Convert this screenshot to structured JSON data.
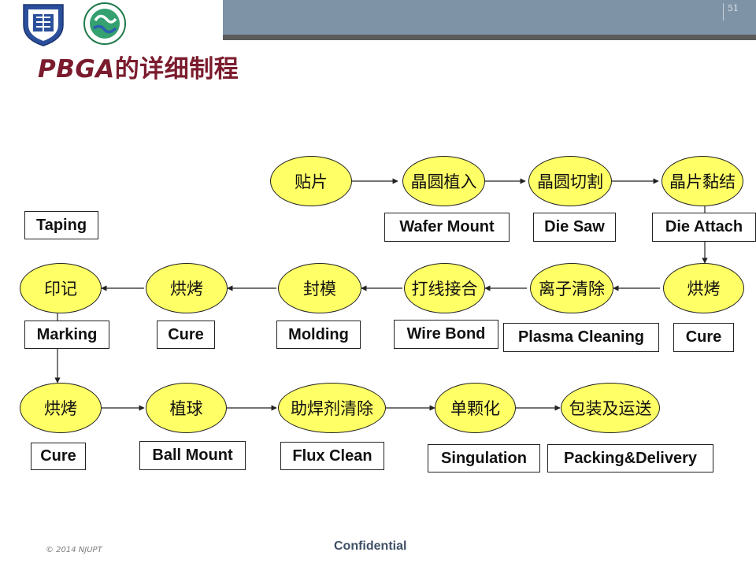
{
  "slide": {
    "page_number": "51",
    "title_latin": "PBGA",
    "title_cjk": "的详细制程",
    "footer_copyright": "© 2014 NJUPT",
    "footer_confidential": "Confidential"
  },
  "steps": [
    {
      "id": "s1",
      "zh": "贴片",
      "en": "Taping"
    },
    {
      "id": "s2",
      "zh": "晶圆植入",
      "en": "Wafer Mount"
    },
    {
      "id": "s3",
      "zh": "晶圆切割",
      "en": "Die Saw"
    },
    {
      "id": "s4",
      "zh": "晶片黏结",
      "en": "Die Attach"
    },
    {
      "id": "s5",
      "zh": "烘烤",
      "en": "Cure"
    },
    {
      "id": "s6",
      "zh": "离子清除",
      "en": "Plasma Cleaning"
    },
    {
      "id": "s7",
      "zh": "打线接合",
      "en": "Wire Bond"
    },
    {
      "id": "s8",
      "zh": "封模",
      "en": "Molding"
    },
    {
      "id": "s9",
      "zh": "烘烤",
      "en": "Cure"
    },
    {
      "id": "s10",
      "zh": "印记",
      "en": "Marking"
    },
    {
      "id": "s11",
      "zh": "烘烤",
      "en": "Cure"
    },
    {
      "id": "s12",
      "zh": "植球",
      "en": "Ball Mount"
    },
    {
      "id": "s13",
      "zh": "助焊剂清除",
      "en": "Flux Clean"
    },
    {
      "id": "s14",
      "zh": "单颗化",
      "en": "Singulation"
    },
    {
      "id": "s15",
      "zh": "包装及运送",
      "en": "Packing&Delivery"
    }
  ],
  "flow_order": [
    "s1",
    "s2",
    "s3",
    "s4",
    "s5",
    "s6",
    "s7",
    "s8",
    "s9",
    "s10",
    "s11",
    "s12",
    "s13",
    "s14",
    "s15"
  ],
  "colors": {
    "step_fill": "#ffff66",
    "outline": "#222222",
    "title": "#7b1c2e",
    "header_band": "#7f93a6",
    "header_strip": "#5b5b5b"
  }
}
